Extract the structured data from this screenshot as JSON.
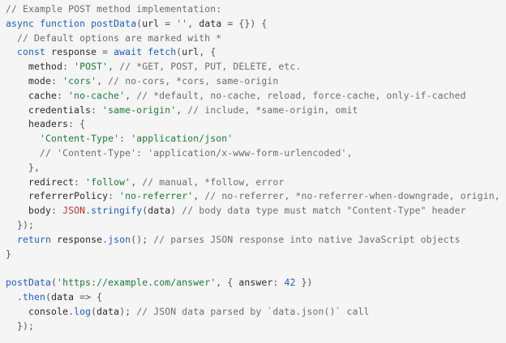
{
  "colors": {
    "background": "#f5f5f5",
    "keyword": "#1b5ec9",
    "function": "#1b5ec9",
    "string": "#1c7a38",
    "comment": "#6d6d6d",
    "number": "#1b5ec9",
    "builtin": "#c22d2d",
    "text": "#2b2b2b"
  },
  "code": {
    "lines": [
      [
        {
          "k": "com",
          "t": "// Example POST method implementation:"
        }
      ],
      [
        {
          "k": "kw",
          "t": "async"
        },
        {
          "k": "plain",
          "t": " "
        },
        {
          "k": "kw",
          "t": "function"
        },
        {
          "k": "plain",
          "t": " "
        },
        {
          "k": "fn",
          "t": "postData"
        },
        {
          "k": "punct",
          "t": "("
        },
        {
          "k": "plain",
          "t": "url "
        },
        {
          "k": "punct",
          "t": "="
        },
        {
          "k": "plain",
          "t": " "
        },
        {
          "k": "str",
          "t": "''"
        },
        {
          "k": "punct",
          "t": ","
        },
        {
          "k": "plain",
          "t": " data "
        },
        {
          "k": "punct",
          "t": "="
        },
        {
          "k": "plain",
          "t": " "
        },
        {
          "k": "punct",
          "t": "{}) {"
        }
      ],
      [
        {
          "k": "plain",
          "t": "  "
        },
        {
          "k": "com",
          "t": "// Default options are marked with *"
        }
      ],
      [
        {
          "k": "plain",
          "t": "  "
        },
        {
          "k": "kw",
          "t": "const"
        },
        {
          "k": "plain",
          "t": " response "
        },
        {
          "k": "punct",
          "t": "="
        },
        {
          "k": "plain",
          "t": " "
        },
        {
          "k": "kw",
          "t": "await"
        },
        {
          "k": "plain",
          "t": " "
        },
        {
          "k": "fn",
          "t": "fetch"
        },
        {
          "k": "punct",
          "t": "("
        },
        {
          "k": "plain",
          "t": "url"
        },
        {
          "k": "punct",
          "t": ", {"
        }
      ],
      [
        {
          "k": "plain",
          "t": "    method"
        },
        {
          "k": "punct",
          "t": ":"
        },
        {
          "k": "plain",
          "t": " "
        },
        {
          "k": "str",
          "t": "'POST'"
        },
        {
          "k": "punct",
          "t": ","
        },
        {
          "k": "plain",
          "t": " "
        },
        {
          "k": "com",
          "t": "// *GET, POST, PUT, DELETE, etc."
        }
      ],
      [
        {
          "k": "plain",
          "t": "    mode"
        },
        {
          "k": "punct",
          "t": ":"
        },
        {
          "k": "plain",
          "t": " "
        },
        {
          "k": "str",
          "t": "'cors'"
        },
        {
          "k": "punct",
          "t": ","
        },
        {
          "k": "plain",
          "t": " "
        },
        {
          "k": "com",
          "t": "// no-cors, *cors, same-origin"
        }
      ],
      [
        {
          "k": "plain",
          "t": "    cache"
        },
        {
          "k": "punct",
          "t": ":"
        },
        {
          "k": "plain",
          "t": " "
        },
        {
          "k": "str",
          "t": "'no-cache'"
        },
        {
          "k": "punct",
          "t": ","
        },
        {
          "k": "plain",
          "t": " "
        },
        {
          "k": "com",
          "t": "// *default, no-cache, reload, force-cache, only-if-cached"
        }
      ],
      [
        {
          "k": "plain",
          "t": "    credentials"
        },
        {
          "k": "punct",
          "t": ":"
        },
        {
          "k": "plain",
          "t": " "
        },
        {
          "k": "str",
          "t": "'same-origin'"
        },
        {
          "k": "punct",
          "t": ","
        },
        {
          "k": "plain",
          "t": " "
        },
        {
          "k": "com",
          "t": "// include, *same-origin, omit"
        }
      ],
      [
        {
          "k": "plain",
          "t": "    headers"
        },
        {
          "k": "punct",
          "t": ": {"
        }
      ],
      [
        {
          "k": "plain",
          "t": "      "
        },
        {
          "k": "str",
          "t": "'Content-Type'"
        },
        {
          "k": "punct",
          "t": ":"
        },
        {
          "k": "plain",
          "t": " "
        },
        {
          "k": "str",
          "t": "'application/json'"
        }
      ],
      [
        {
          "k": "plain",
          "t": "      "
        },
        {
          "k": "com",
          "t": "// 'Content-Type': 'application/x-www-form-urlencoded',"
        }
      ],
      [
        {
          "k": "plain",
          "t": "    "
        },
        {
          "k": "punct",
          "t": "},"
        }
      ],
      [
        {
          "k": "plain",
          "t": "    redirect"
        },
        {
          "k": "punct",
          "t": ":"
        },
        {
          "k": "plain",
          "t": " "
        },
        {
          "k": "str",
          "t": "'follow'"
        },
        {
          "k": "punct",
          "t": ","
        },
        {
          "k": "plain",
          "t": " "
        },
        {
          "k": "com",
          "t": "// manual, *follow, error"
        }
      ],
      [
        {
          "k": "plain",
          "t": "    referrerPolicy"
        },
        {
          "k": "punct",
          "t": ":"
        },
        {
          "k": "plain",
          "t": " "
        },
        {
          "k": "str",
          "t": "'no-referrer'"
        },
        {
          "k": "punct",
          "t": ","
        },
        {
          "k": "plain",
          "t": " "
        },
        {
          "k": "com",
          "t": "// no-referrer, *no-referrer-when-downgrade, origin, origin-"
        }
      ],
      [
        {
          "k": "plain",
          "t": "    body"
        },
        {
          "k": "punct",
          "t": ":"
        },
        {
          "k": "plain",
          "t": " "
        },
        {
          "k": "obj",
          "t": "JSON"
        },
        {
          "k": "punct",
          "t": "."
        },
        {
          "k": "fn",
          "t": "stringify"
        },
        {
          "k": "punct",
          "t": "("
        },
        {
          "k": "plain",
          "t": "data"
        },
        {
          "k": "punct",
          "t": ")"
        },
        {
          "k": "plain",
          "t": " "
        },
        {
          "k": "com",
          "t": "// body data type must match \"Content-Type\" header"
        }
      ],
      [
        {
          "k": "plain",
          "t": "  "
        },
        {
          "k": "punct",
          "t": "});"
        }
      ],
      [
        {
          "k": "plain",
          "t": "  "
        },
        {
          "k": "kw",
          "t": "return"
        },
        {
          "k": "plain",
          "t": " response"
        },
        {
          "k": "punct",
          "t": "."
        },
        {
          "k": "fn",
          "t": "json"
        },
        {
          "k": "punct",
          "t": "();"
        },
        {
          "k": "plain",
          "t": " "
        },
        {
          "k": "com",
          "t": "// parses JSON response into native JavaScript objects"
        }
      ],
      [
        {
          "k": "punct",
          "t": "}"
        }
      ],
      [],
      [
        {
          "k": "fn",
          "t": "postData"
        },
        {
          "k": "punct",
          "t": "("
        },
        {
          "k": "str",
          "t": "'https://example.com/answer'"
        },
        {
          "k": "punct",
          "t": ","
        },
        {
          "k": "plain",
          "t": " "
        },
        {
          "k": "punct",
          "t": "{"
        },
        {
          "k": "plain",
          "t": " answer"
        },
        {
          "k": "punct",
          "t": ":"
        },
        {
          "k": "plain",
          "t": " "
        },
        {
          "k": "num",
          "t": "42"
        },
        {
          "k": "plain",
          "t": " "
        },
        {
          "k": "punct",
          "t": "})"
        }
      ],
      [
        {
          "k": "plain",
          "t": "  "
        },
        {
          "k": "punct",
          "t": "."
        },
        {
          "k": "fn",
          "t": "then"
        },
        {
          "k": "punct",
          "t": "("
        },
        {
          "k": "plain",
          "t": "data "
        },
        {
          "k": "punct",
          "t": "=>"
        },
        {
          "k": "plain",
          "t": " "
        },
        {
          "k": "punct",
          "t": "{"
        }
      ],
      [
        {
          "k": "plain",
          "t": "    console"
        },
        {
          "k": "punct",
          "t": "."
        },
        {
          "k": "fn",
          "t": "log"
        },
        {
          "k": "punct",
          "t": "("
        },
        {
          "k": "plain",
          "t": "data"
        },
        {
          "k": "punct",
          "t": ");"
        },
        {
          "k": "plain",
          "t": " "
        },
        {
          "k": "com",
          "t": "// JSON data parsed by `data.json()` call"
        }
      ],
      [
        {
          "k": "plain",
          "t": "  "
        },
        {
          "k": "punct",
          "t": "});"
        }
      ]
    ]
  }
}
